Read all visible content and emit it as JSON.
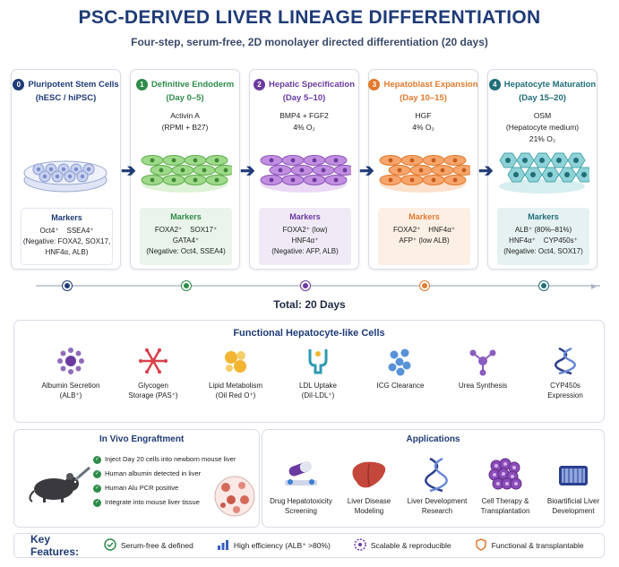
{
  "title": "PSC-DERIVED LIVER LINEAGE DIFFERENTIATION",
  "subtitle": "Four-step, serum-free, 2D monolayer directed differentiation (20 days)",
  "stages": [
    {
      "num": "0",
      "name": "Pluripotent Stem Cells",
      "sub": "(hESC / hiPSC)",
      "cond": [],
      "markers_title": "Markers",
      "markers": [
        "Oct4⁺    SSEA4⁺",
        "(Negative: FOXA2, SOX17,",
        "HNF4α, ALB)"
      ],
      "color": "#1f3b77",
      "markers_bg": "#ffffff"
    },
    {
      "num": "1",
      "name": "Definitive Endoderm",
      "sub": "(Day 0–5)",
      "cond": [
        "Activin A",
        "(RPMI + B27)"
      ],
      "markers_title": "Markers",
      "markers": [
        "FOXA2⁺    SOX17⁺",
        "GATA4⁺",
        "(Negative: Oct4, SSEA4)"
      ],
      "color": "#2e8b4a",
      "markers_bg": "#eaf4ea"
    },
    {
      "num": "2",
      "name": "Hepatic Specification",
      "sub": "(Day 5–10)",
      "cond": [
        "BMP4 + FGF2",
        "4% O₂"
      ],
      "markers_title": "Markers",
      "markers": [
        "FOXA2⁺ (low)",
        "HNF4α⁺",
        "(Negative: AFP, ALB)"
      ],
      "color": "#6a3aa0",
      "markers_bg": "#f0eaf6"
    },
    {
      "num": "3",
      "name": "Hepatoblast Expansion",
      "sub": "(Day 10–15)",
      "cond": [
        "HGF",
        "4% O₂"
      ],
      "markers_title": "Markers",
      "markers": [
        "FOXA2⁺    HNF4α⁺",
        "AFP⁺ (low ALB)"
      ],
      "color": "#e07a2e",
      "markers_bg": "#fcefe4"
    },
    {
      "num": "4",
      "name": "Hepatocyte Maturation",
      "sub": "(Day 15–20)",
      "cond": [
        "OSM",
        "(Hepatocyte medium)",
        "21% O₂"
      ],
      "markers_title": "Markers",
      "markers": [
        "ALB⁺ (80%–81%)",
        "HNF4α⁺    CYP450s⁺",
        "(Negative: Oct4, SOX17)"
      ],
      "color": "#1f6e78",
      "markers_bg": "#e6f1f2"
    }
  ],
  "total": "Total: 20 Days",
  "functional": {
    "title": "Functional Hepatocyte-like Cells",
    "items": [
      {
        "label": [
          "Albumin Secretion",
          "(ALB⁺)"
        ],
        "icon": "albumin-icon",
        "color": "#6a3aa0"
      },
      {
        "label": [
          "Glycogen",
          "Storage (PAS⁺)"
        ],
        "icon": "glycogen-icon",
        "color": "#d9404a"
      },
      {
        "label": [
          "Lipid Metabolism",
          "(Oil Red O⁺)"
        ],
        "icon": "lipid-icon",
        "color": "#f2b531"
      },
      {
        "label": [
          "LDL Uptake",
          "(DiI-LDL⁺)"
        ],
        "icon": "ldl-icon",
        "color": "#2e9bb0"
      },
      {
        "label": [
          "ICG Clearance"
        ],
        "icon": "icg-icon",
        "color": "#3a7fd0"
      },
      {
        "label": [
          "Urea Synthesis"
        ],
        "icon": "urea-icon",
        "color": "#8b5cc0"
      },
      {
        "label": [
          "CYP450s",
          "Expression"
        ],
        "icon": "dna-icon",
        "color": "#2b3f8c"
      }
    ]
  },
  "in_vivo": {
    "title": "In Vivo Engraftment",
    "items": [
      "Inject Day 20 cells into newborn mouse liver",
      "Human albumin detected in liver",
      "Human Alu PCR positive",
      "Integrate into mouse liver tissue"
    ]
  },
  "applications": {
    "title": "Applications",
    "items": [
      {
        "label": [
          "Drug Hepatotoxicity",
          "Screening"
        ],
        "icon": "pill-icon"
      },
      {
        "label": [
          "Liver Disease",
          "Modeling"
        ],
        "icon": "liver-icon"
      },
      {
        "label": [
          "Liver Development",
          "Research"
        ],
        "icon": "dna-icon"
      },
      {
        "label": [
          "Cell Therapy &",
          "Transplantation"
        ],
        "icon": "cell-cluster-icon"
      },
      {
        "label": [
          "Bioartificial Liver",
          "Development"
        ],
        "icon": "bioreactor-icon"
      }
    ]
  },
  "key_features": {
    "title": "Key Features:",
    "items": [
      {
        "label": "Serum-free & defined",
        "icon": "check-circle-icon",
        "color": "#2e8b4a"
      },
      {
        "label": "High efficiency (ALB⁺ >80%)",
        "icon": "bar-chart-icon",
        "color": "#3a5fc0"
      },
      {
        "label": "Scalable & reproducible",
        "icon": "scale-icon",
        "color": "#6a3aa0"
      },
      {
        "label": "Functional & transplantable",
        "icon": "shield-icon",
        "color": "#e07a2e"
      }
    ]
  }
}
